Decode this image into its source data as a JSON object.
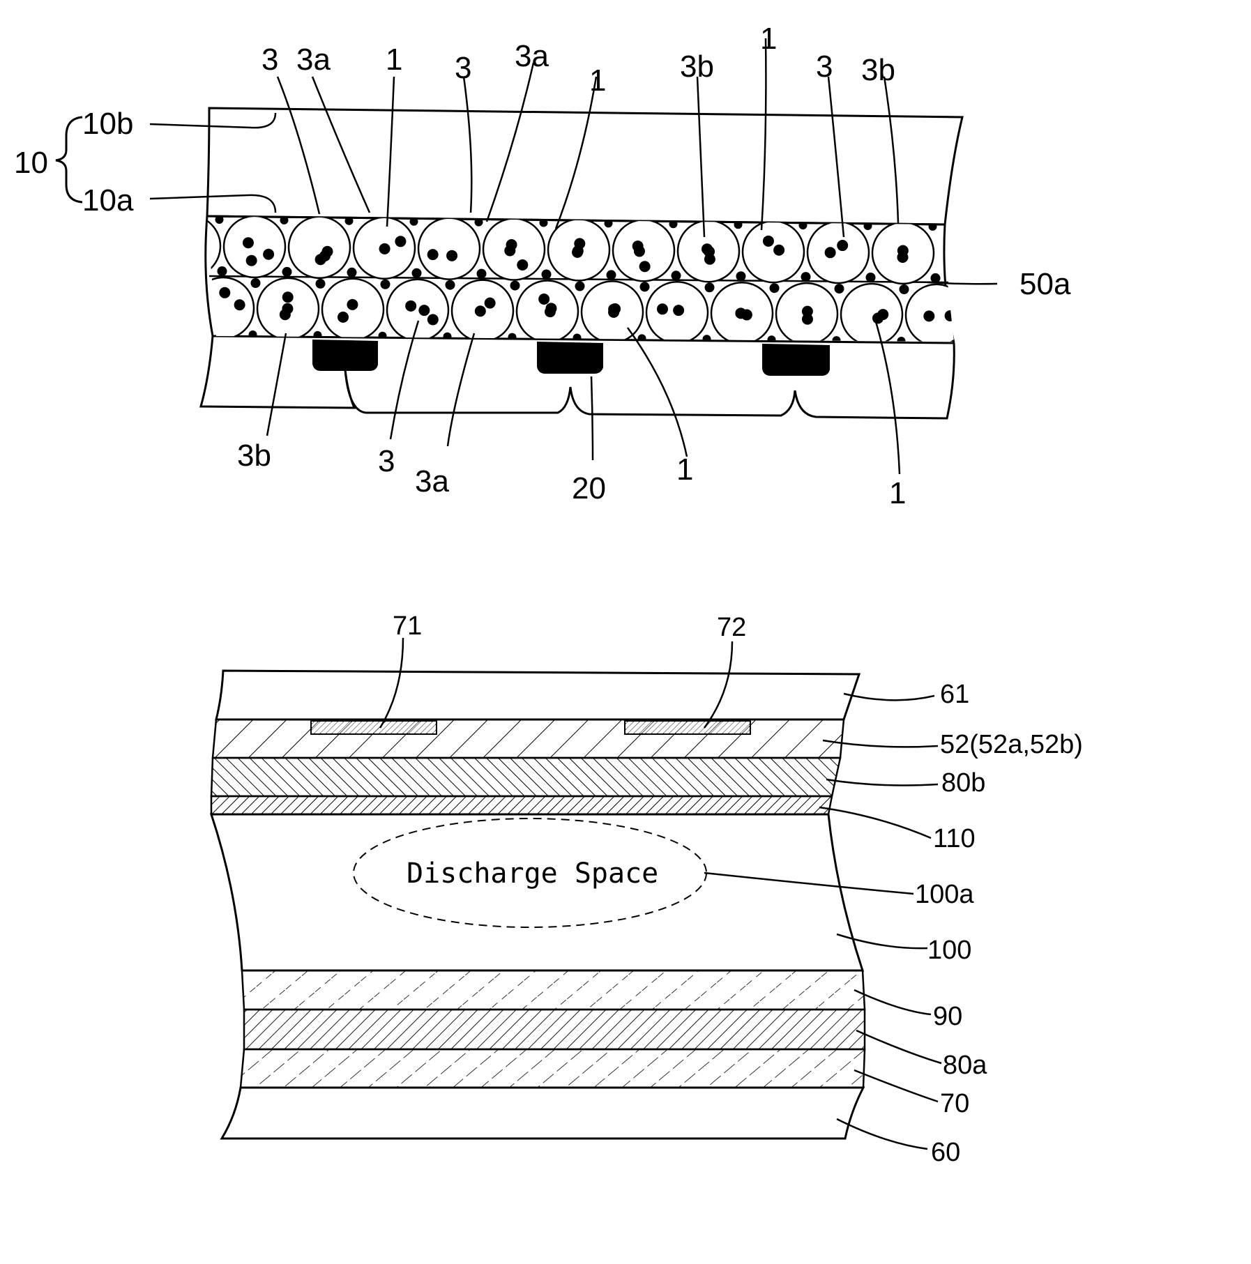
{
  "top_figure": {
    "labels": {
      "l10": "10",
      "l10b": "10b",
      "l10a": "10a",
      "l50a": "50a",
      "t3_1": "3",
      "t3a_1": "3a",
      "t1_1": "1",
      "t3_2": "3",
      "t3a_2": "3a",
      "t1_2": "1",
      "t3b_1": "3b",
      "t1_3": "1",
      "t3_3": "3",
      "t3b_2": "3b",
      "b3b": "3b",
      "b3": "3",
      "b3a": "3a",
      "b20": "20",
      "b1_1": "1",
      "b1_2": "1"
    }
  },
  "bottom_figure": {
    "labels": {
      "l71": "71",
      "l72": "72",
      "l61": "61",
      "l52": "52(52a,52b)",
      "l80b": "80b",
      "l110": "110",
      "l100a": "100a",
      "l100": "100",
      "l90": "90",
      "l80a": "80a",
      "l70": "70",
      "l60": "60",
      "discharge": "Discharge Space"
    }
  },
  "colors": {
    "ink": "#000000",
    "paper": "#ffffff"
  }
}
